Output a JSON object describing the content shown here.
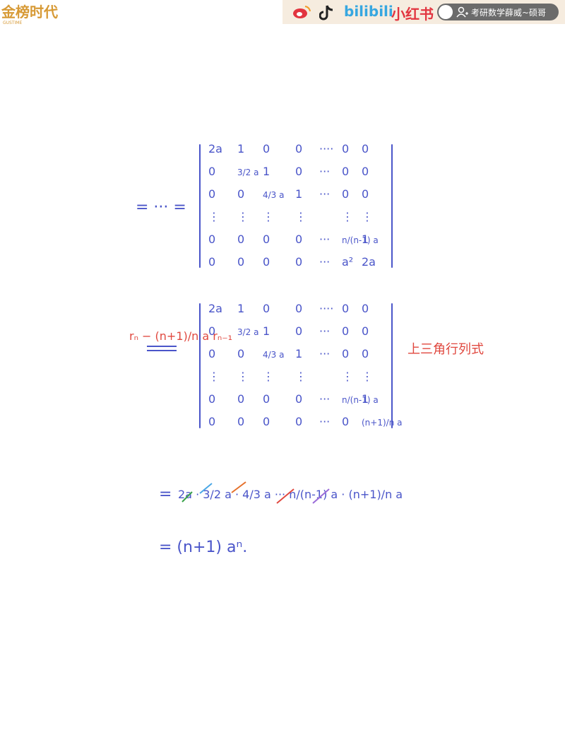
{
  "header": {
    "logo_text": "金榜时代",
    "logo_sub": "GUSTIME",
    "social": {
      "bilibili": "bilibili",
      "xiaohongshu": "小红书",
      "search_text": "考研数学薛威~硕哥"
    }
  },
  "equation1": {
    "prefix": "= ··· =",
    "rows": [
      [
        "2a",
        "1",
        "0",
        "0",
        "····",
        "0",
        "0"
      ],
      [
        "0",
        "3/2 a",
        "1",
        "0",
        "···",
        "0",
        "0"
      ],
      [
        "0",
        "0",
        "4/3 a",
        "1",
        "···",
        "0",
        "0"
      ],
      [
        "⋮",
        "⋮",
        "⋮",
        "⋮",
        "",
        "⋮",
        "⋮"
      ],
      [
        "0",
        "0",
        "0",
        "0",
        "···",
        "n/(n-1) a",
        "1"
      ],
      [
        "0",
        "0",
        "0",
        "0",
        "···",
        "a²",
        "2a"
      ]
    ]
  },
  "equation2": {
    "row_op": "rₙ − (n+1)/n a rₙ₋₁",
    "rows": [
      [
        "2a",
        "1",
        "0",
        "0",
        "····",
        "0",
        "0"
      ],
      [
        "0",
        "3/2 a",
        "1",
        "0",
        "···",
        "0",
        "0"
      ],
      [
        "0",
        "0",
        "4/3 a",
        "1",
        "···",
        "0",
        "0"
      ],
      [
        "⋮",
        "⋮",
        "⋮",
        "⋮",
        "",
        "⋮",
        "⋮"
      ],
      [
        "0",
        "0",
        "0",
        "0",
        "···",
        "n/(n-1) a",
        "1"
      ],
      [
        "0",
        "0",
        "0",
        "0",
        "···",
        "0",
        "(n+1)/n a"
      ]
    ],
    "note": "上三角行列式"
  },
  "equation3": {
    "prefix": "=",
    "product": "2a · 3/2 a · 4/3 a ··· n/(n-1) a · (n+1)/n a"
  },
  "equation4": {
    "result": "= (n+1) aⁿ."
  }
}
